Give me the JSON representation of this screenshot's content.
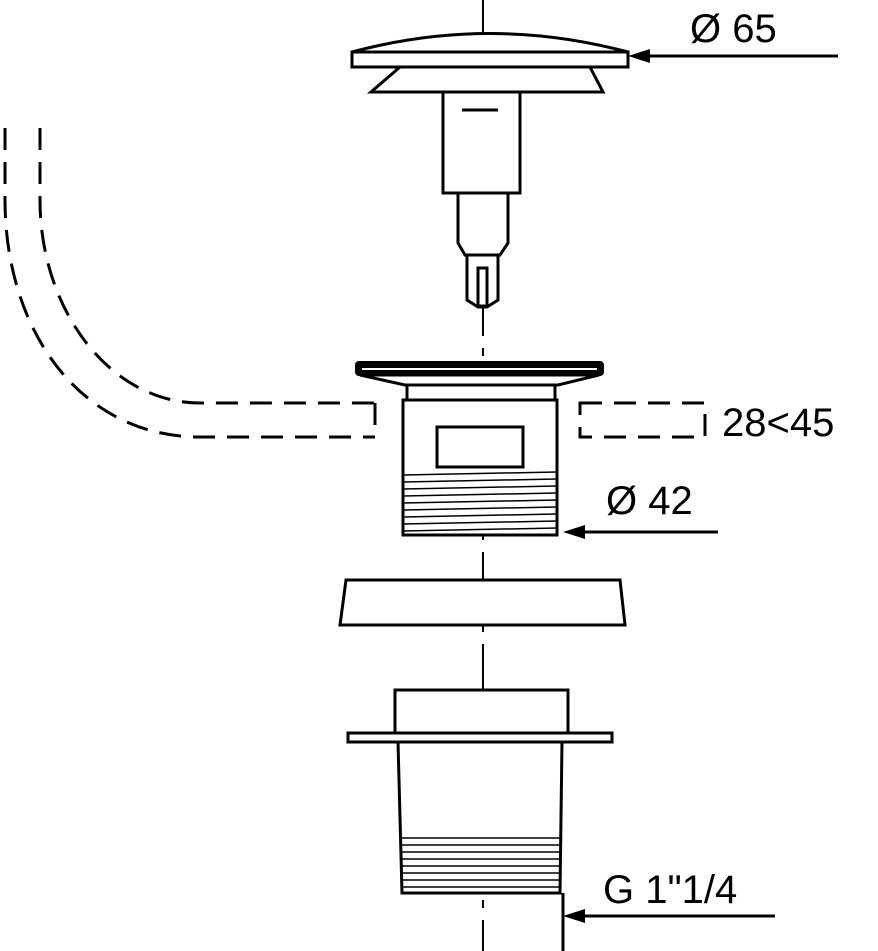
{
  "title": "Pop-up waste valve technical drawing",
  "dimensions": {
    "cap_diameter": "Ø 65",
    "basin_thickness": "28<45",
    "body_diameter": "Ø 42",
    "thread": "G 1\"1/4"
  },
  "colors": {
    "line": "#000000",
    "background": "#ffffff"
  }
}
